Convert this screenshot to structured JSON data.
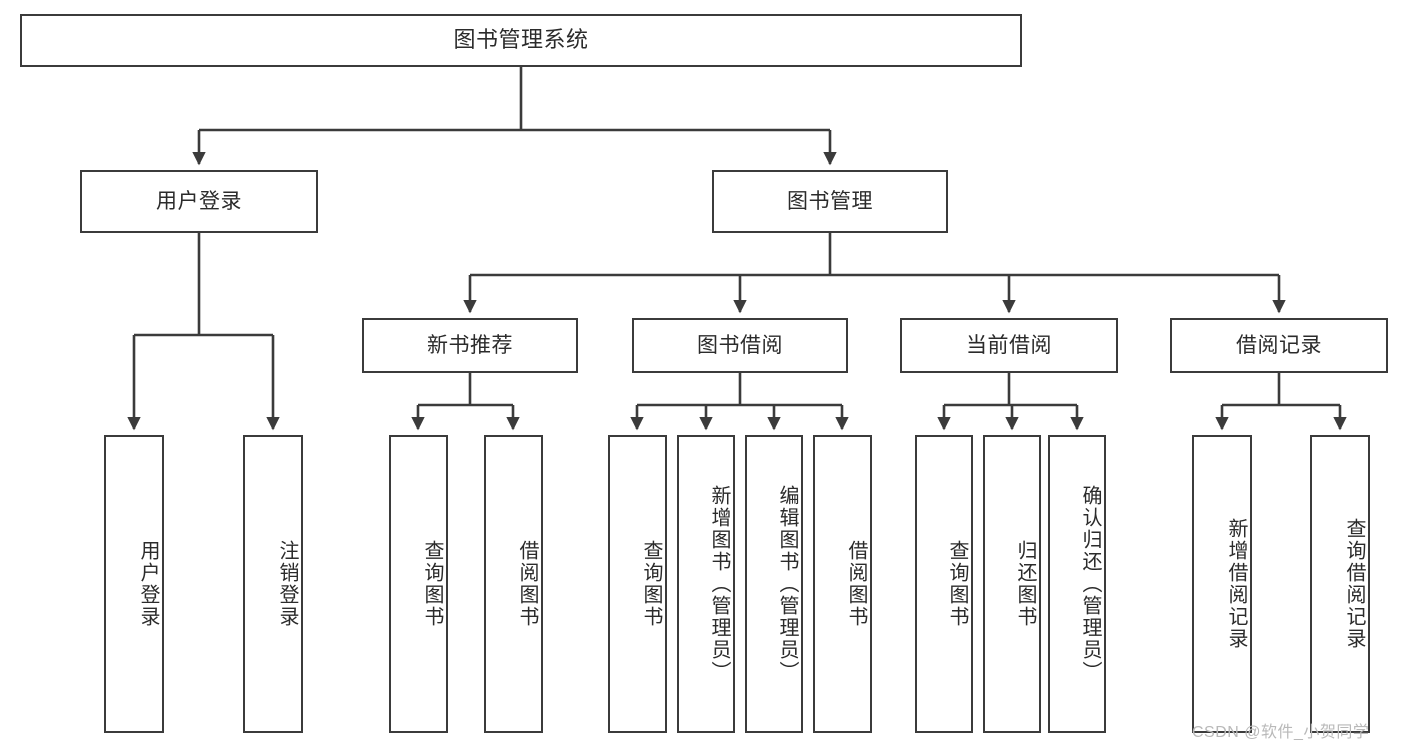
{
  "diagram": {
    "title": "图书管理系统",
    "type": "tree-hierarchy",
    "watermark": "CSDN @软件_小贺同学",
    "colors": {
      "stroke": "#3b3b3b",
      "fill": "#ffffff",
      "text": "#2b2b2b",
      "watermark": "#b9b9b9",
      "background": "#ffffff"
    }
  },
  "nodes": {
    "root": {
      "label": "图书管理系统",
      "level": 1,
      "orientation": "horizontal"
    },
    "level2": [
      {
        "id": "user-login",
        "label": "用户登录",
        "level": 2,
        "orientation": "horizontal"
      },
      {
        "id": "book-management",
        "label": "图书管理",
        "level": 2,
        "orientation": "horizontal"
      }
    ],
    "level3": [
      {
        "id": "new-book-recommend",
        "label": "新书推荐",
        "level": 3,
        "orientation": "horizontal"
      },
      {
        "id": "book-borrow",
        "label": "图书借阅",
        "level": 3,
        "orientation": "horizontal"
      },
      {
        "id": "current-borrow",
        "label": "当前借阅",
        "level": 3,
        "orientation": "horizontal"
      },
      {
        "id": "borrow-record",
        "label": "借阅记录",
        "level": 3,
        "orientation": "horizontal"
      }
    ],
    "leaves": [
      {
        "id": "leaf-user-login",
        "label": "用户登录",
        "parent": "user-login",
        "orientation": "vertical"
      },
      {
        "id": "leaf-user-logout",
        "label": "注销登录",
        "parent": "user-login",
        "orientation": "vertical"
      },
      {
        "id": "leaf-query-book-1",
        "label": "查询图书",
        "parent": "new-book-recommend",
        "orientation": "vertical"
      },
      {
        "id": "leaf-borrow-book-1",
        "label": "借阅图书",
        "parent": "new-book-recommend",
        "orientation": "vertical"
      },
      {
        "id": "leaf-query-book-2",
        "label": "查询图书",
        "parent": "book-borrow",
        "orientation": "vertical"
      },
      {
        "id": "leaf-add-book",
        "label": "新增图书（管理员）",
        "parent": "book-borrow",
        "orientation": "vertical"
      },
      {
        "id": "leaf-edit-book",
        "label": "编辑图书（管理员）",
        "parent": "book-borrow",
        "orientation": "vertical"
      },
      {
        "id": "leaf-borrow-book-2",
        "label": "借阅图书",
        "parent": "book-borrow",
        "orientation": "vertical"
      },
      {
        "id": "leaf-query-book-3",
        "label": "查询图书",
        "parent": "current-borrow",
        "orientation": "vertical"
      },
      {
        "id": "leaf-return-book",
        "label": "归还图书",
        "parent": "current-borrow",
        "orientation": "vertical"
      },
      {
        "id": "leaf-confirm-return",
        "label": "确认归还（管理员）",
        "parent": "current-borrow",
        "orientation": "vertical"
      },
      {
        "id": "leaf-add-record",
        "label": "新增借阅记录",
        "parent": "borrow-record",
        "orientation": "vertical"
      },
      {
        "id": "leaf-query-record",
        "label": "查询借阅记录",
        "parent": "borrow-record",
        "orientation": "vertical"
      }
    ]
  }
}
